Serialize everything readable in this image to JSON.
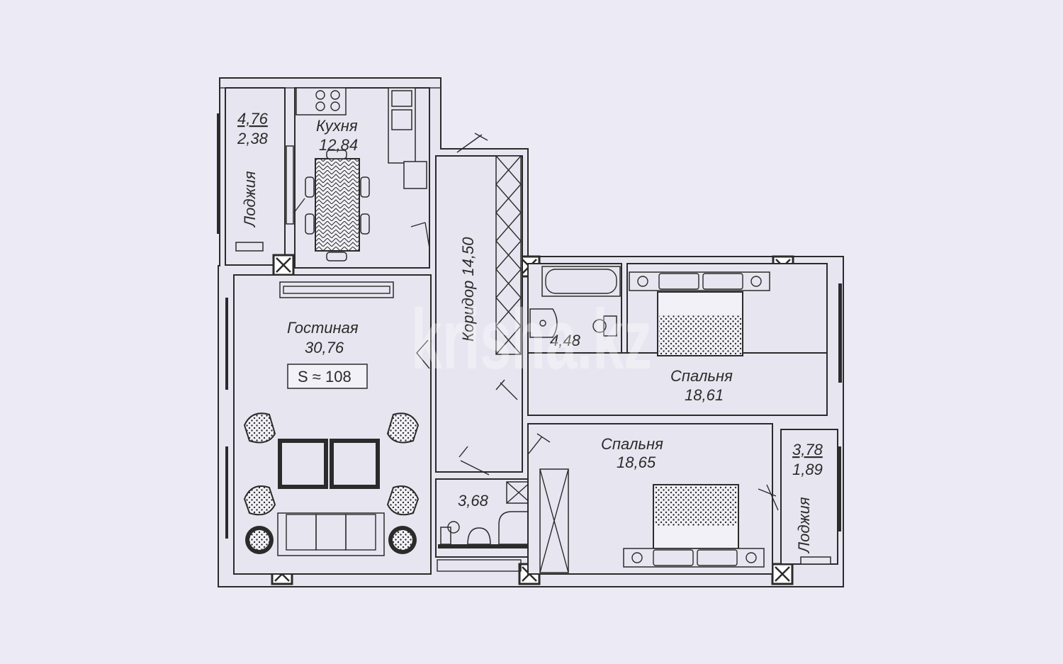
{
  "rooms": {
    "loggia_top": {
      "name": "Лоджия",
      "area_full": "4,76",
      "area_half": "2,38"
    },
    "kitchen": {
      "name": "Кухня",
      "area": "12,84"
    },
    "living": {
      "name": "Гостиная",
      "area": "30,76"
    },
    "corridor": {
      "name": "Коридор 14,50"
    },
    "bathroom_main": {
      "area": "4,48"
    },
    "bathroom_small": {
      "area": "3,68"
    },
    "bedroom_1": {
      "name": "Спальня",
      "area": "18,61"
    },
    "bedroom_2": {
      "name": "Спальня",
      "area": "18,65"
    },
    "loggia_right": {
      "name": "Лоджия",
      "area_full": "3,78",
      "area_half": "1,89"
    }
  },
  "total_area": "S ≈ 108",
  "watermark": "krisha.kz",
  "colors": {
    "background": "#ecebf5",
    "line": "#2b2b2b",
    "fill": "#e7e6f0"
  }
}
